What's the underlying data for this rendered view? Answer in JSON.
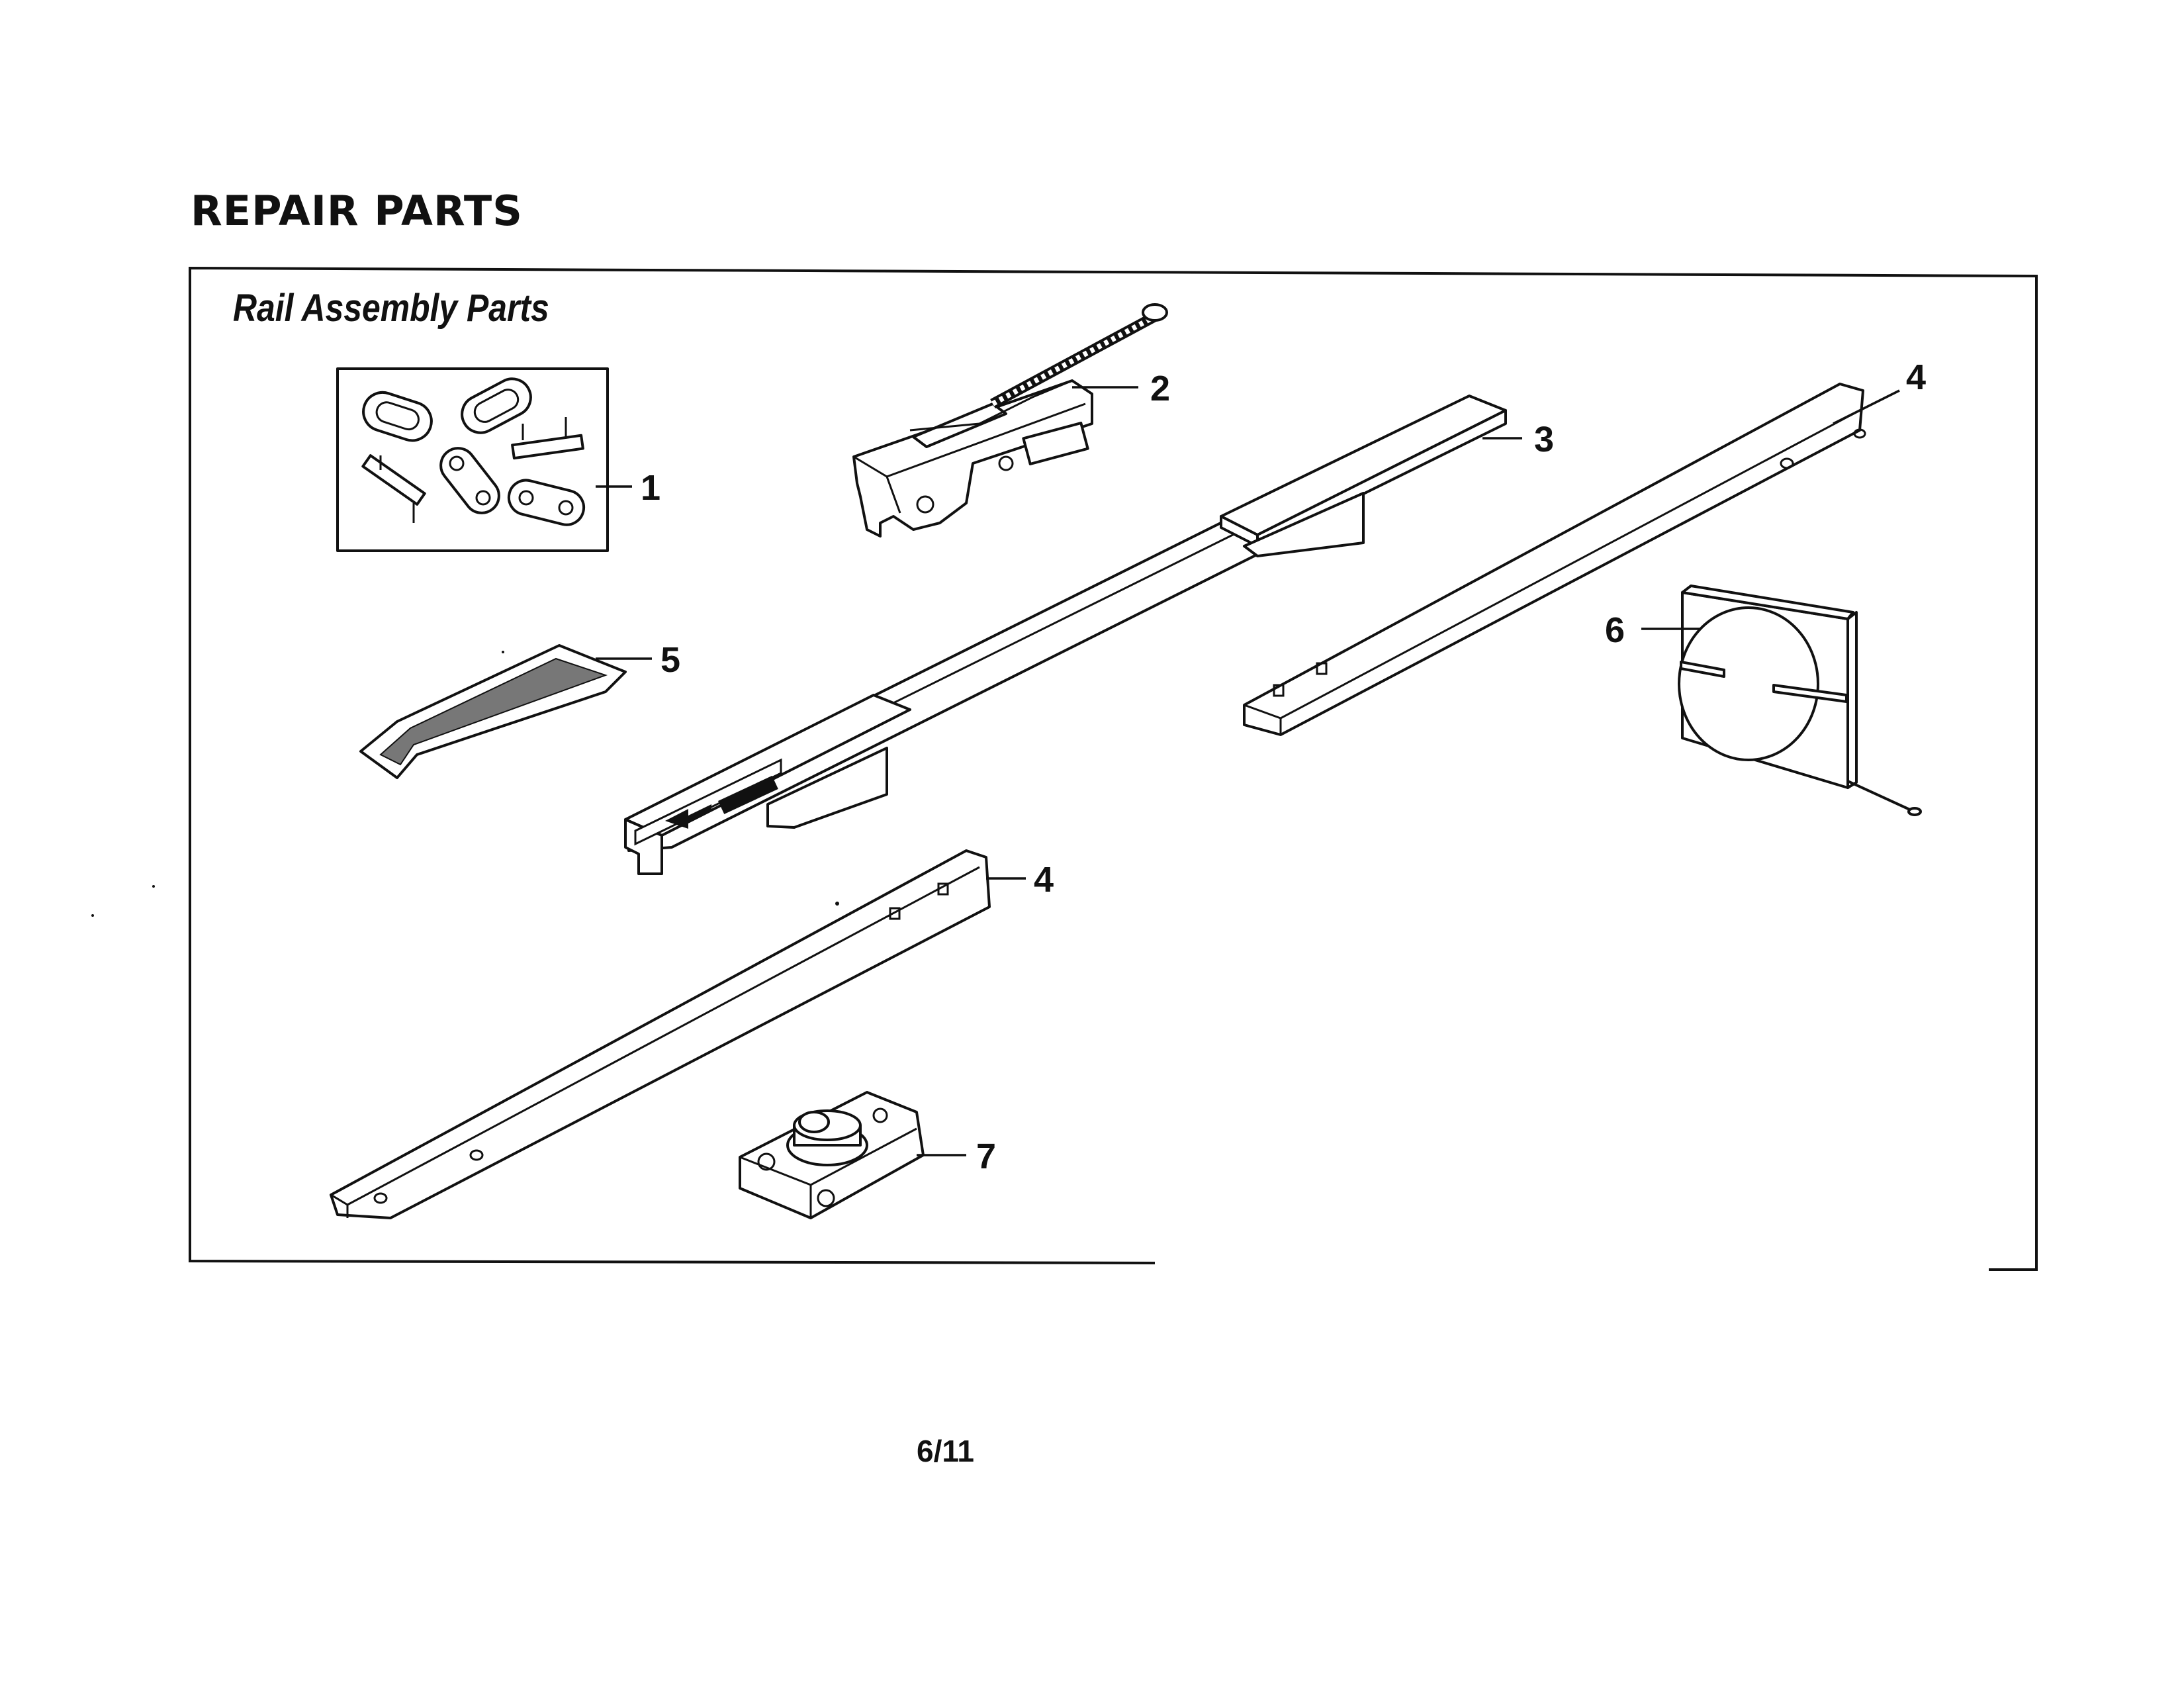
{
  "page": {
    "heading": "REPAIR PARTS",
    "subheading": "Rail Assembly Parts",
    "page_number": "6/11"
  },
  "callouts": [
    {
      "id": "1"
    },
    {
      "id": "2"
    },
    {
      "id": "3"
    },
    {
      "id": "4"
    },
    {
      "id": "4"
    },
    {
      "id": "5"
    },
    {
      "id": "6"
    },
    {
      "id": "7"
    }
  ]
}
